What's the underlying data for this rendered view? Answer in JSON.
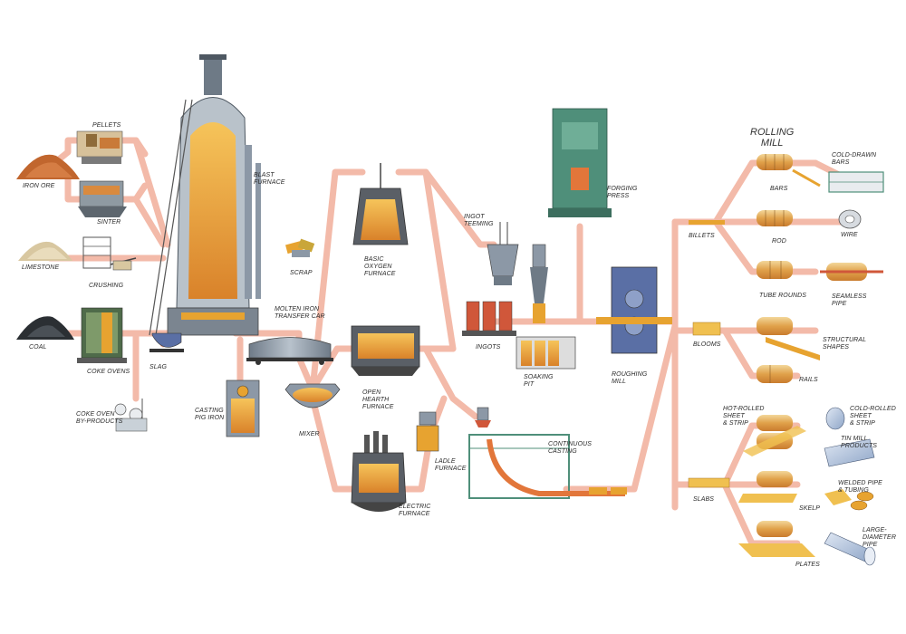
{
  "diagram": {
    "title": "ROLLING\nMILL",
    "flow_color": "#f2b3a0",
    "accent_colors": {
      "molten": "#e7a330",
      "steel_gray": "#8c98a6",
      "green_machine": "#4f8f7a",
      "blue_machine": "#5a6fa5",
      "gold": "#f0c050"
    },
    "labels": {
      "iron_ore": "IRON ORE",
      "pellets": "PELLETS",
      "sinter": "SINTER",
      "limestone": "LIMESTONE",
      "crushing": "CRUSHING",
      "coal": "COAL",
      "coke_ovens": "COKE OVENS",
      "coke_oven_byproducts": "COKE OVEN\nBY-PRODUCTS",
      "slag": "SLAG",
      "blast_furnace": "BLAST\nFURNACE",
      "casting_pig_iron": "CASTING\nPIG IRON",
      "molten_iron_transfer_car": "MOLTEN IRON\nTRANSFER CAR",
      "mixer": "MIXER",
      "scrap": "SCRAP",
      "basic_oxygen_furnace": "BASIC\nOXYGEN\nFURNACE",
      "open_hearth_furnace": "OPEN\nHEARTH\nFURNACE",
      "ladle_furnace": "LADLE\nFURNACE",
      "electric_furnace": "ELECTRIC\nFURNACE",
      "ingot_teeming": "INGOT\nTEEMING",
      "ingots": "INGOTS",
      "soaking_pit": "SOAKING\nPIT",
      "forging_press": "FORGING\nPRESS",
      "roughing_mill": "ROUGHING\nMILL",
      "continuous_casting": "CONTINUOUS\nCASTING",
      "billets": "BILLETS",
      "blooms": "BLOOMS",
      "slabs": "SLABS",
      "bars": "BARS",
      "cold_drawn_bars": "COLD-DRAWN\nBARS",
      "rod": "ROD",
      "wire": "WIRE",
      "tube_rounds": "TUBE ROUNDS",
      "seamless_pipe": "SEAMLESS\nPIPE",
      "structural_shapes": "STRUCTURAL\nSHAPES",
      "rails": "RAILS",
      "hot_rolled_sheet_strip": "HOT-ROLLED\nSHEET\n& STRIP",
      "cold_rolled_sheet_strip": "COLD-ROLLED\nSHEET\n& STRIP",
      "tin_mill_products": "TIN MILL\nPRODUCTS",
      "welded_pipe_tubing": "WELDED PIPE\n& TUBING",
      "skelp": "SKELP",
      "large_diameter_pipe": "LARGE-\nDIAMETER\nPIPE",
      "plates": "PLATES"
    }
  }
}
